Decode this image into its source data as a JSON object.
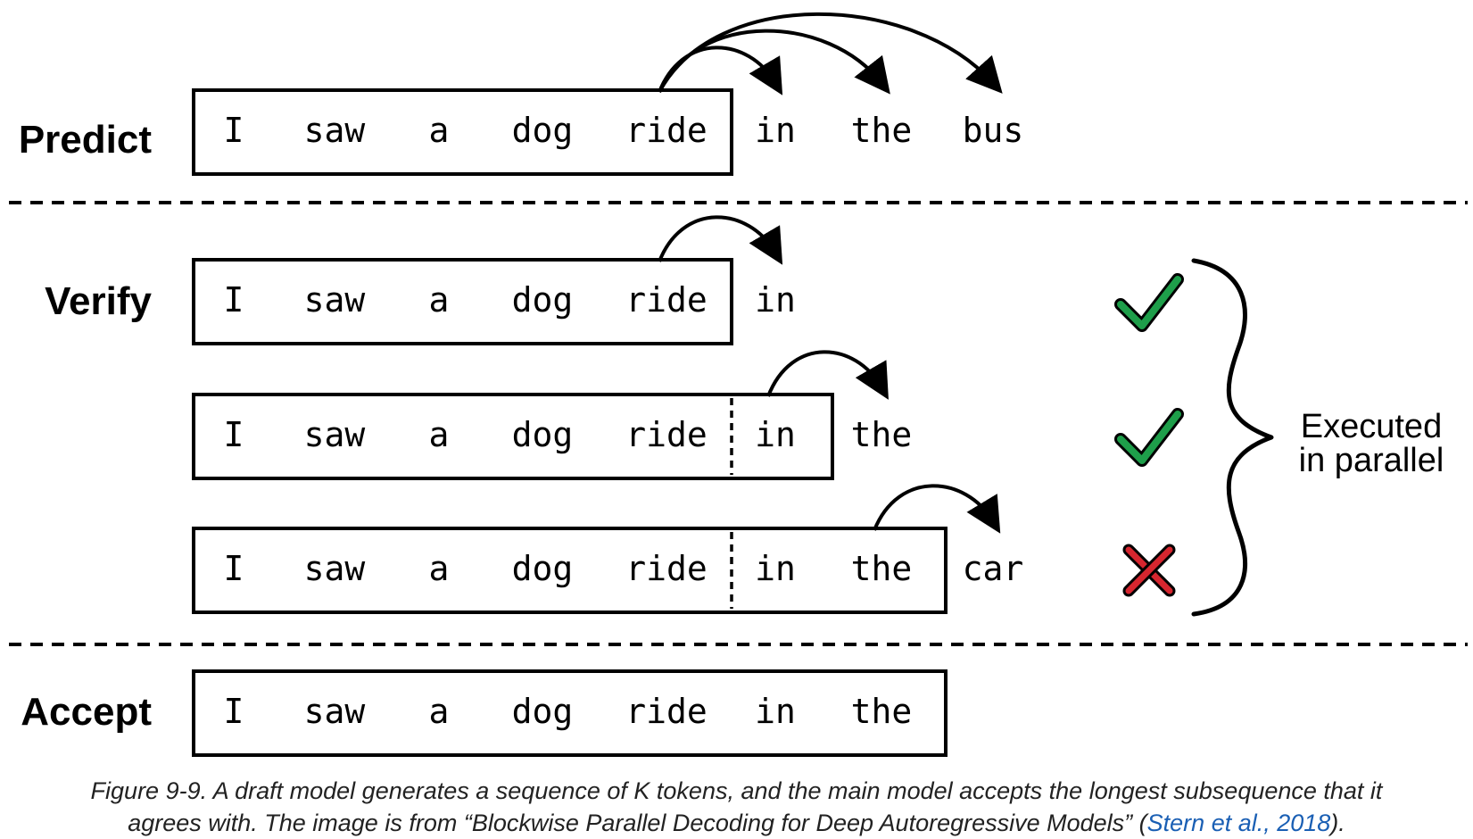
{
  "stages": {
    "predict": "Predict",
    "verify": "Verify",
    "accept": "Accept"
  },
  "rows": [
    {
      "id": "predict",
      "context": [
        "I",
        "saw",
        "a",
        "dog",
        "ride"
      ],
      "drafted": [],
      "predicted": [
        "in",
        "the",
        "bus"
      ],
      "mark": "none"
    },
    {
      "id": "verify-1",
      "context": [
        "I",
        "saw",
        "a",
        "dog",
        "ride"
      ],
      "drafted": [],
      "predicted": [
        "in"
      ],
      "mark": "check"
    },
    {
      "id": "verify-2",
      "context": [
        "I",
        "saw",
        "a",
        "dog",
        "ride"
      ],
      "drafted": [
        "in"
      ],
      "predicted": [
        "the"
      ],
      "mark": "check"
    },
    {
      "id": "verify-3",
      "context": [
        "I",
        "saw",
        "a",
        "dog",
        "ride"
      ],
      "drafted": [
        "in",
        "the"
      ],
      "predicted": [
        "car"
      ],
      "mark": "cross"
    },
    {
      "id": "accept",
      "context": [
        "I",
        "saw",
        "a",
        "dog",
        "ride",
        "in",
        "the"
      ],
      "drafted": [],
      "predicted": [],
      "mark": "none"
    }
  ],
  "parallel_note": [
    "Executed",
    "in parallel"
  ],
  "colors": {
    "check": "#1e9e4a",
    "cross": "#d6262f",
    "link": "#1a5fb4"
  },
  "caption": {
    "line1": "Figure 9-9. A draft model generates a sequence of K tokens, and the main model accepts the longest subsequence that it",
    "line2_prefix": "agrees with. The image is from “Blockwise Parallel Decoding for Deep Autoregressive Models” (",
    "link_text": "Stern et al., 2018",
    "line2_suffix": ")."
  }
}
